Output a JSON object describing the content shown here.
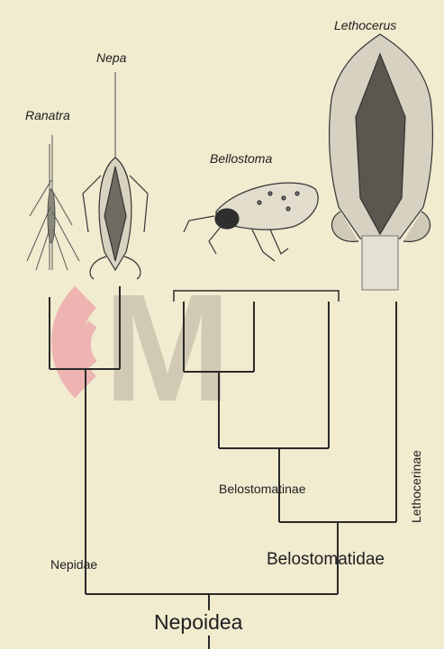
{
  "taxa": {
    "ranatra": "Ranatra",
    "nepa": "Nepa",
    "bellostoma": "Bellostoma",
    "lethocerus": "Lethocerus"
  },
  "clades": {
    "nepidae": "Nepidae",
    "belostomatinae": "Belostomatinae",
    "lethocerinae": "Lethocerinae",
    "belostomatidae": "Belostomatidae",
    "nepoidea": "Nepoidea"
  },
  "watermark": {
    "text": "M",
    "color": "#e8517a"
  },
  "colors": {
    "background": "#f1ebcf",
    "lines": "#2a2a2a",
    "insect": "#3a3a3a"
  }
}
